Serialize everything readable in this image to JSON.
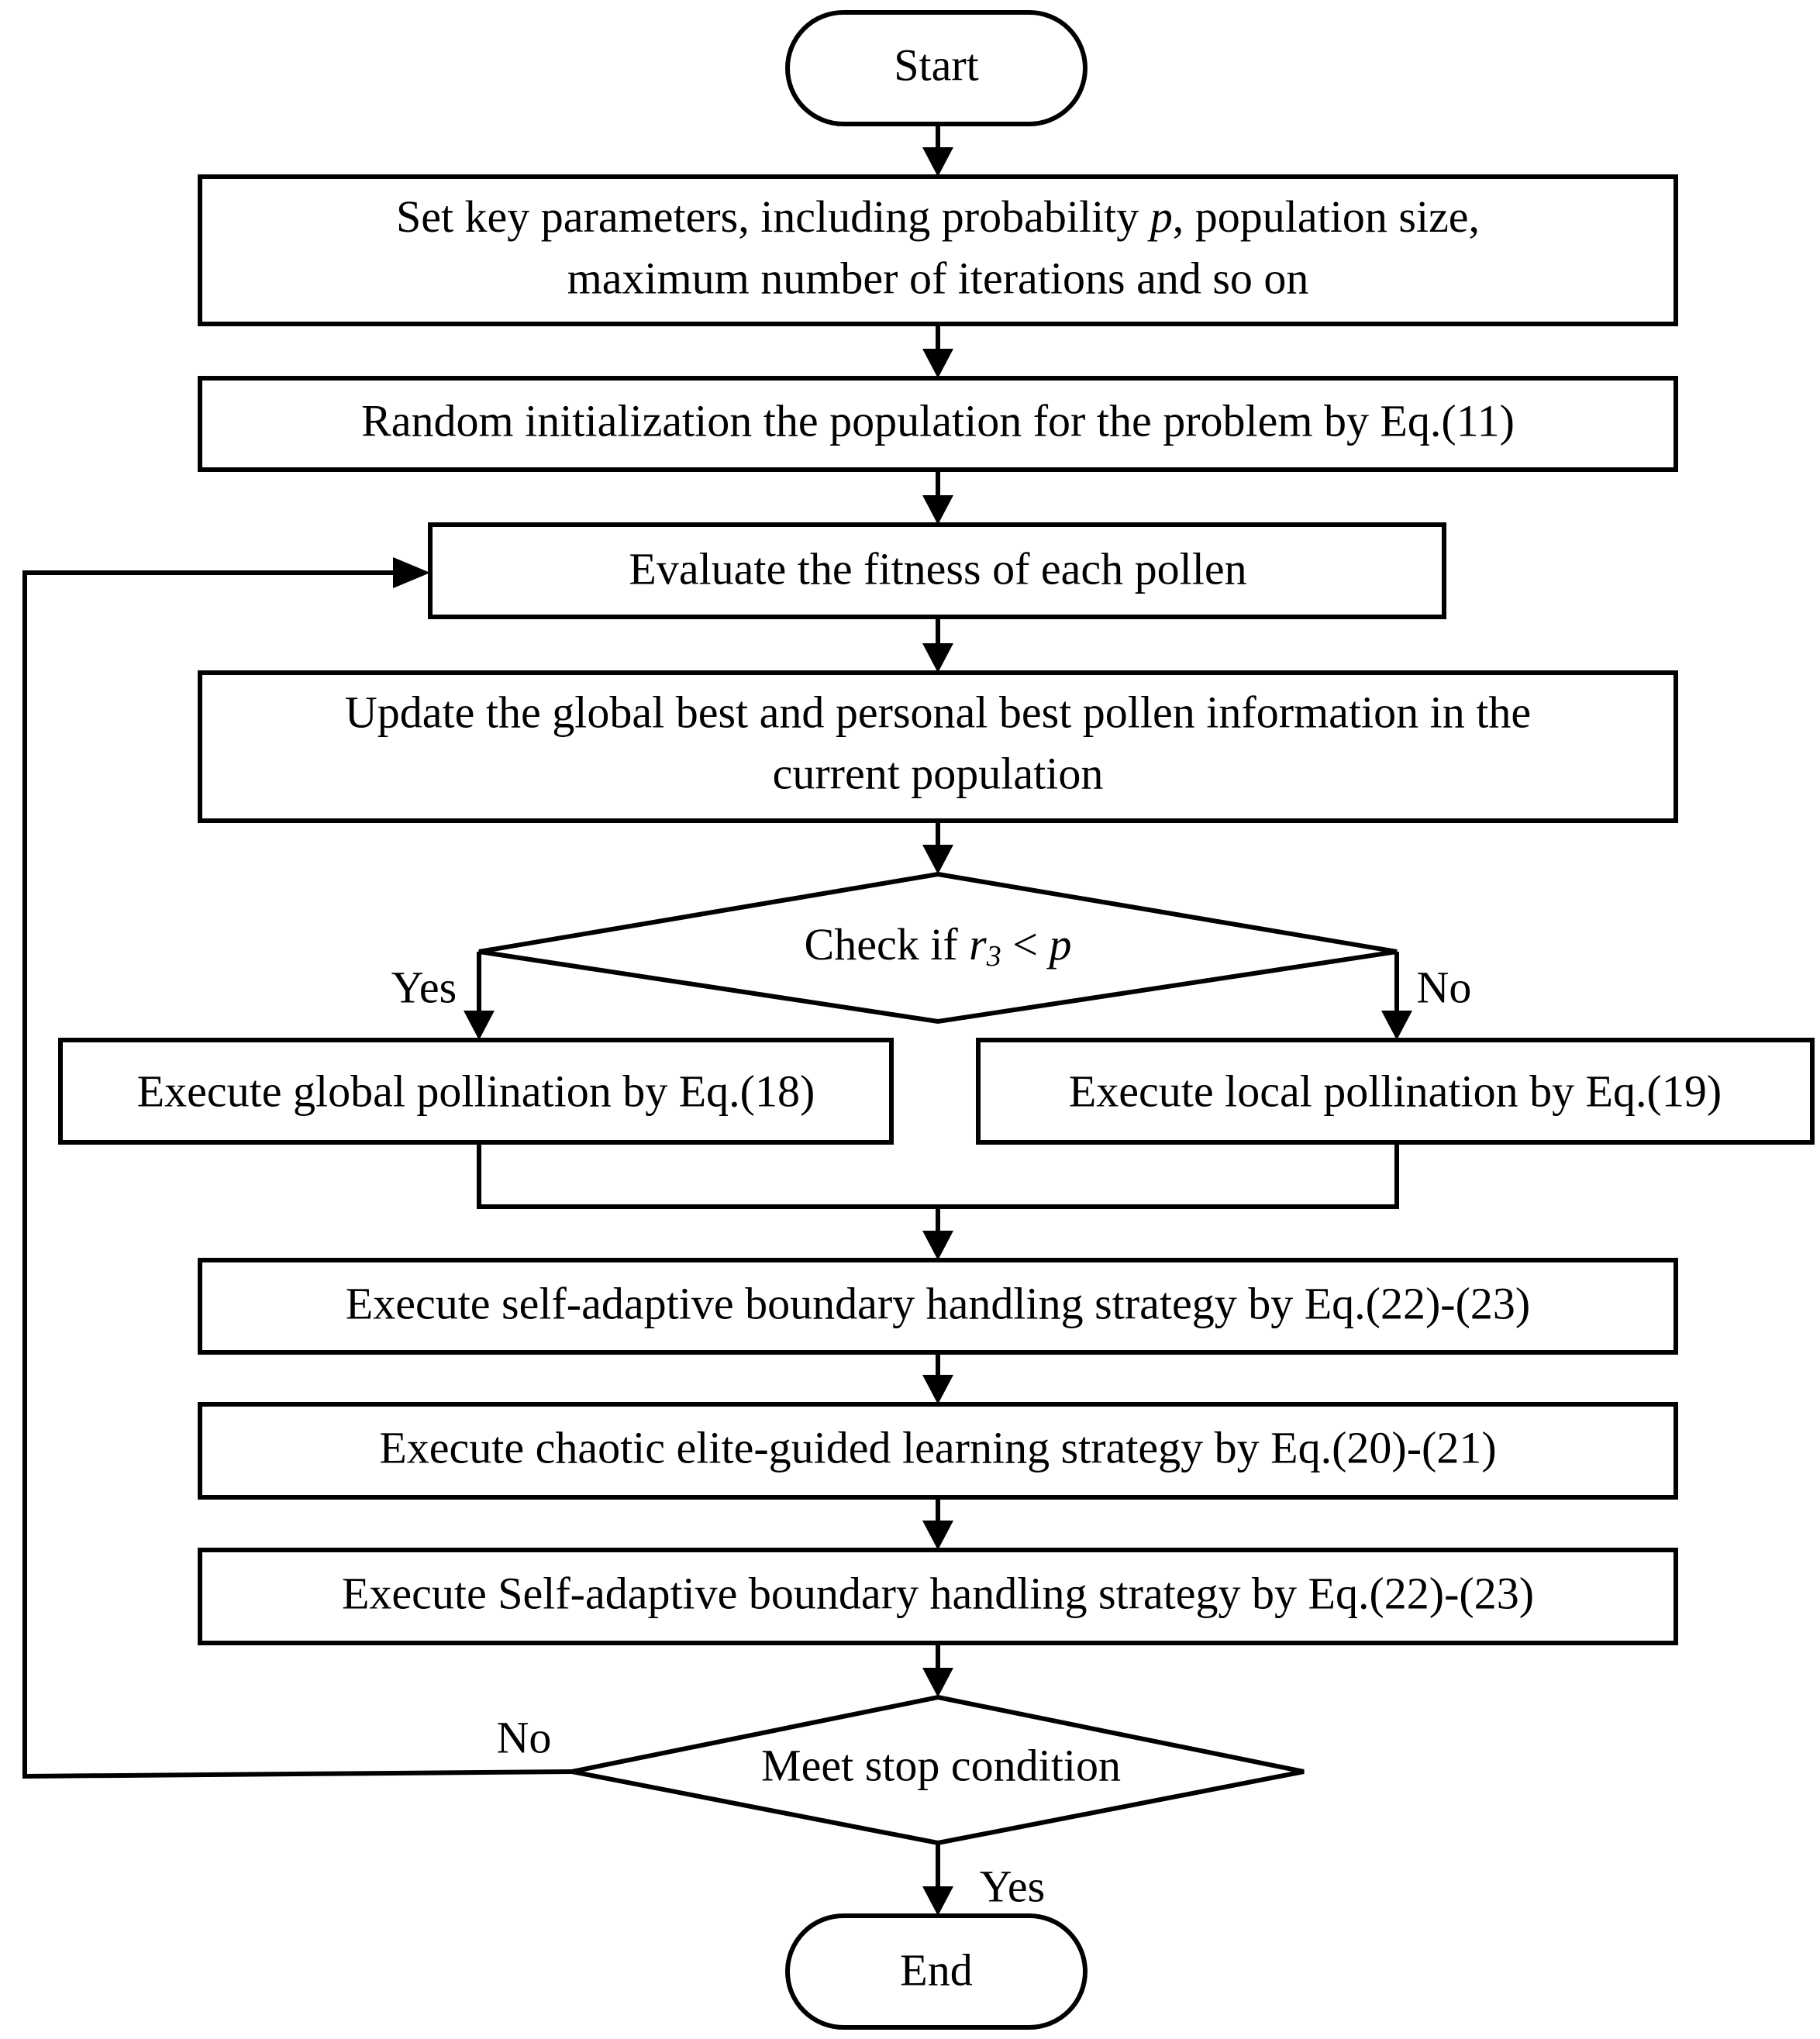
{
  "nodes": {
    "start": "Start",
    "set_params": {
      "line1_a": "Set key parameters, including probability ",
      "line1_var": "p",
      "line1_b": ", population size,",
      "line2": "maximum number of iterations and so on"
    },
    "random_init": "Random initialization the population for the problem by Eq.(11)",
    "evaluate": "Evaluate the fitness of each pollen",
    "update_best": {
      "line1": "Update the global best and personal best pollen information in the",
      "line2": "current population"
    },
    "check": {
      "prefix": "Check if ",
      "var_r": "r",
      "sub": "3",
      "op": " < ",
      "var_p": "p"
    },
    "global_pollination": "Execute global pollination by Eq.(18)",
    "local_pollination": "Execute local pollination by Eq.(19)",
    "boundary_1": "Execute self-adaptive boundary handling strategy by Eq.(22)-(23)",
    "chaotic": "Execute chaotic elite-guided learning strategy by Eq.(20)-(21)",
    "boundary_2": "Execute Self-adaptive boundary handling strategy by Eq.(22)-(23)",
    "stop": "Meet stop condition",
    "end": "End"
  },
  "edge_labels": {
    "check_yes": "Yes",
    "check_no": "No",
    "stop_no": "No",
    "stop_yes": "Yes"
  }
}
